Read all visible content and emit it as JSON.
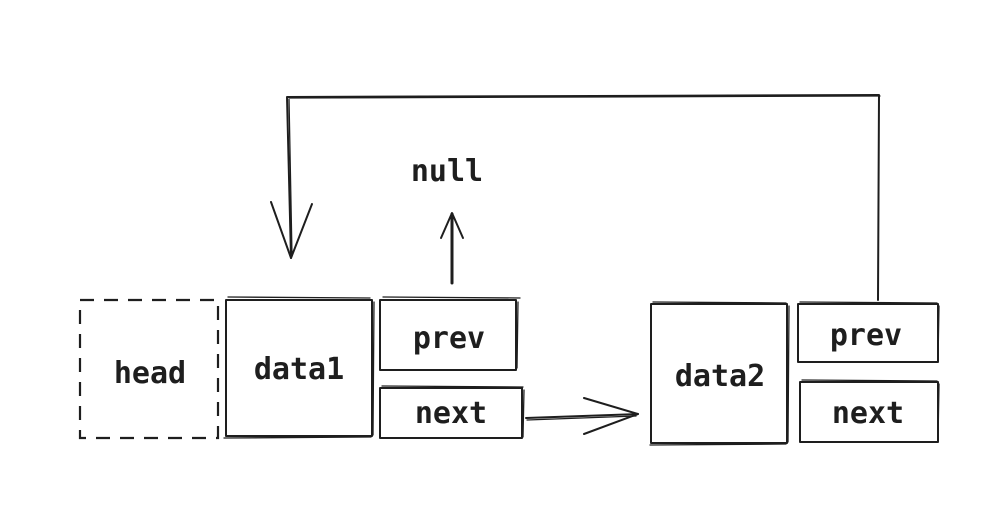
{
  "diagram": {
    "head": {
      "label": "head"
    },
    "node1": {
      "data_label": "data1",
      "prev_label": "prev",
      "next_label": "next"
    },
    "node2": {
      "data_label": "data2",
      "prev_label": "prev",
      "next_label": "next"
    },
    "null_label": "null"
  },
  "colors": {
    "stroke": "#1e1e1e",
    "background": "#ffffff"
  }
}
